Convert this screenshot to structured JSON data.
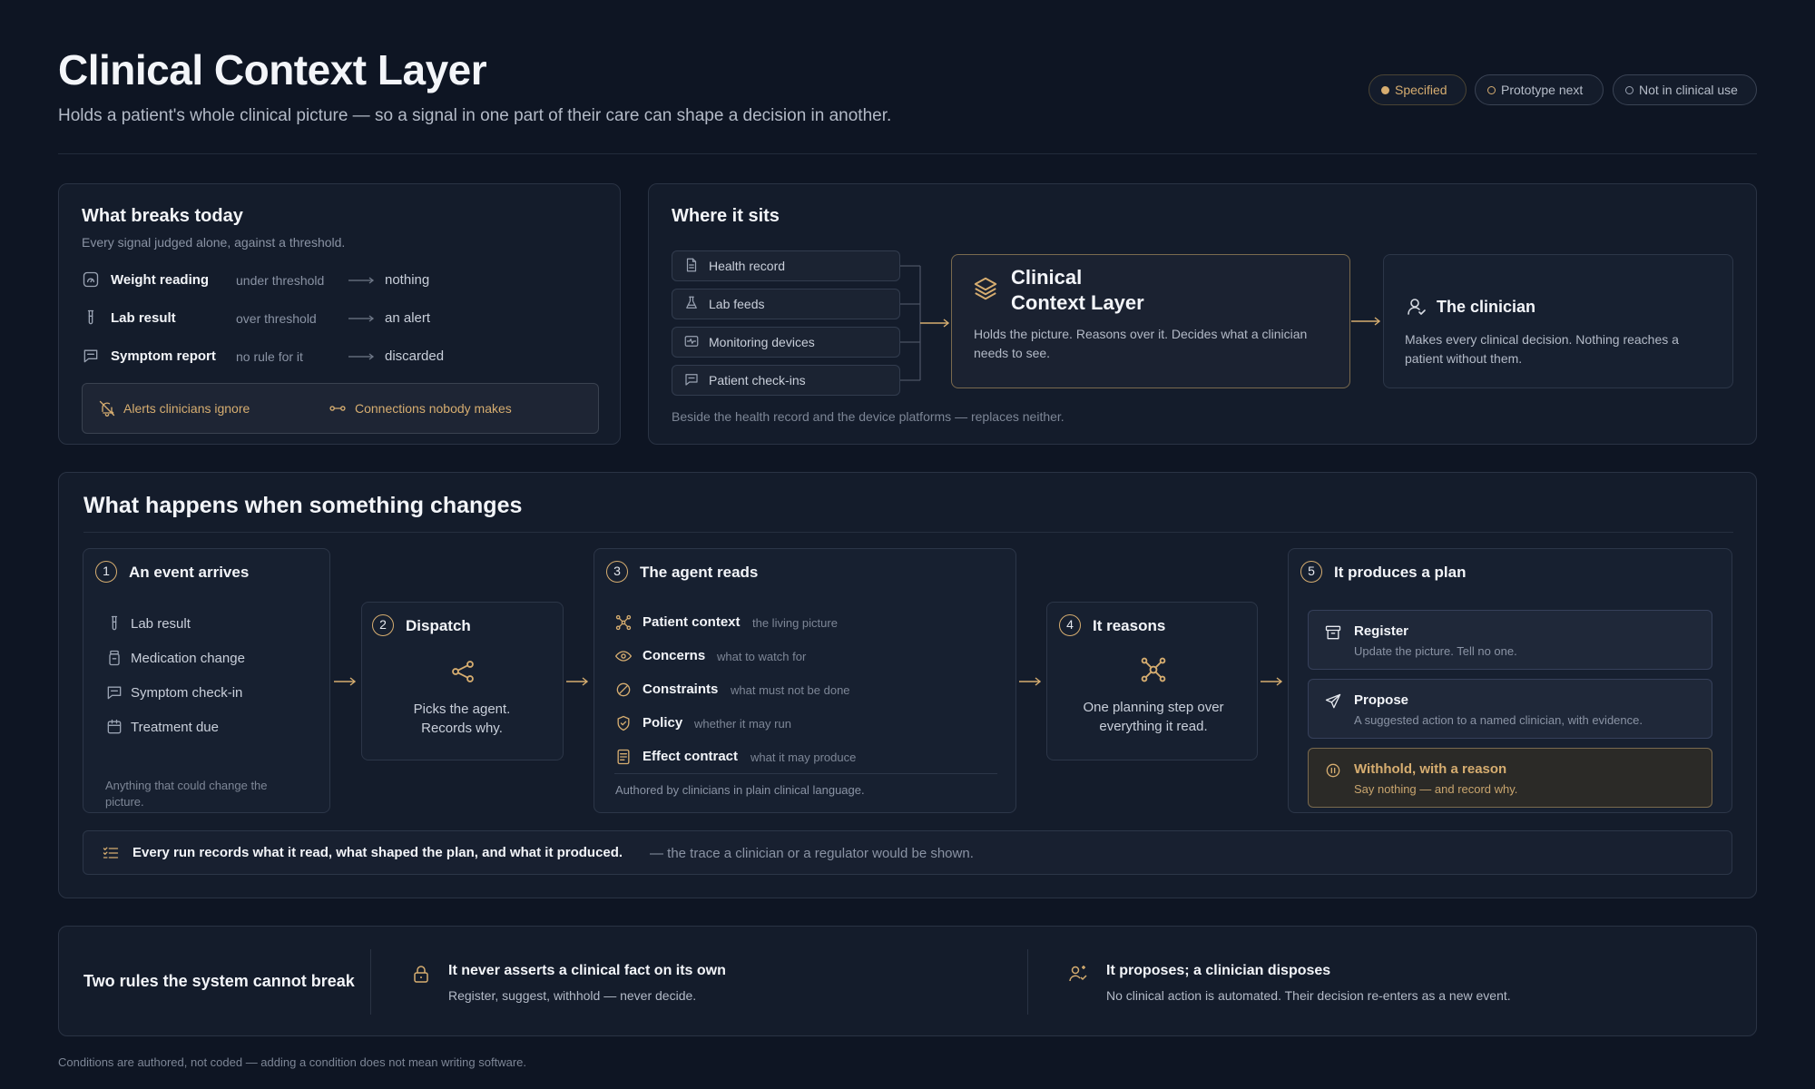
{
  "header": {
    "title": "Clinical Context Layer",
    "subtitle": "Holds a patient's whole clinical picture — so a signal in one part of their care can shape a decision in another.",
    "status_pills": [
      {
        "label": "Specified",
        "color": "#d6ad70",
        "style": "filled"
      },
      {
        "label": "Prototype next",
        "color": "#d6ad70",
        "style": "ring"
      },
      {
        "label": "Not in clinical use",
        "color": "#9aa3b3",
        "style": "ring"
      }
    ]
  },
  "breaks": {
    "title": "What breaks today",
    "subtitle": "Every signal judged alone, against a threshold.",
    "rows": [
      {
        "icon": "scale-icon",
        "label": "Weight reading",
        "condition": "under threshold",
        "outcome": "nothing"
      },
      {
        "icon": "test-tube-icon",
        "label": "Lab result",
        "condition": "over threshold",
        "outcome": "an alert"
      },
      {
        "icon": "message-icon",
        "label": "Symptom report",
        "condition": "no rule for it",
        "outcome": "discarded"
      }
    ],
    "problems": [
      "Alerts clinicians ignore",
      "Connections nobody makes"
    ]
  },
  "where": {
    "title": "Where it sits",
    "sources": [
      {
        "icon": "document-icon",
        "label": "Health record"
      },
      {
        "icon": "flask-icon",
        "label": "Lab feeds"
      },
      {
        "icon": "monitor-icon",
        "label": "Monitoring devices"
      },
      {
        "icon": "message-icon",
        "label": "Patient check-ins"
      }
    ],
    "layer_title_line1": "Clinical",
    "layer_title_line2": "Context Layer",
    "layer_desc": "Holds the picture. Reasons over it. Decides what a clinician needs to see.",
    "clinician_title": "The clinician",
    "clinician_desc": "Makes every clinical decision. Nothing reaches a patient without them.",
    "caption": "Beside the health record and the device platforms — replaces neither."
  },
  "flow": {
    "title": "What happens when something changes",
    "step1": {
      "number": "1",
      "title": "An event arrives",
      "events": [
        {
          "icon": "test-tube-icon",
          "label": "Lab result"
        },
        {
          "icon": "pill-bottle-icon",
          "label": "Medication change"
        },
        {
          "icon": "message-icon",
          "label": "Symptom check-in"
        },
        {
          "icon": "calendar-icon",
          "label": "Treatment due"
        }
      ],
      "note": "Anything that could change the picture."
    },
    "step2": {
      "number": "2",
      "title": "Dispatch",
      "desc": "Picks the agent. Records why."
    },
    "step3": {
      "number": "3",
      "title": "The agent reads",
      "items": [
        {
          "icon": "network-icon",
          "label": "Patient context",
          "hint": "the living picture"
        },
        {
          "icon": "eye-icon",
          "label": "Concerns",
          "hint": "what to watch for"
        },
        {
          "icon": "ban-icon",
          "label": "Constraints",
          "hint": "what must not be done"
        },
        {
          "icon": "shield-icon",
          "label": "Policy",
          "hint": "whether it may run"
        },
        {
          "icon": "contract-icon",
          "label": "Effect contract",
          "hint": "what it may produce"
        }
      ],
      "note": "Authored by clinicians in plain clinical language."
    },
    "step4": {
      "number": "4",
      "title": "It reasons",
      "desc": "One planning step over everything it read."
    },
    "step5": {
      "number": "5",
      "title": "It produces a plan",
      "options": [
        {
          "icon": "archive-icon",
          "title": "Register",
          "desc": "Update the picture. Tell no one."
        },
        {
          "icon": "send-icon",
          "title": "Propose",
          "desc": "A suggested action to a named clinician, with evidence."
        },
        {
          "icon": "pause-icon",
          "title": "Withhold, with a reason",
          "desc": "Say nothing — and record why."
        }
      ]
    },
    "trace_bold": "Every run records what it read, what shaped the plan, and what it produced.",
    "trace_rest": "— the trace a clinician or a regulator would be shown."
  },
  "rules": {
    "title": "Two rules the system cannot break",
    "items": [
      {
        "icon": "lock-icon",
        "title": "It never asserts a clinical fact on its own",
        "desc": "Register, suggest, withhold — never decide."
      },
      {
        "icon": "user-check-icon",
        "title": "It proposes; a clinician disposes",
        "desc": "No clinical action is automated. Their decision re-enters as a new event."
      }
    ]
  },
  "footer": "Conditions are authored, not coded — adding a condition does not mean writing software."
}
